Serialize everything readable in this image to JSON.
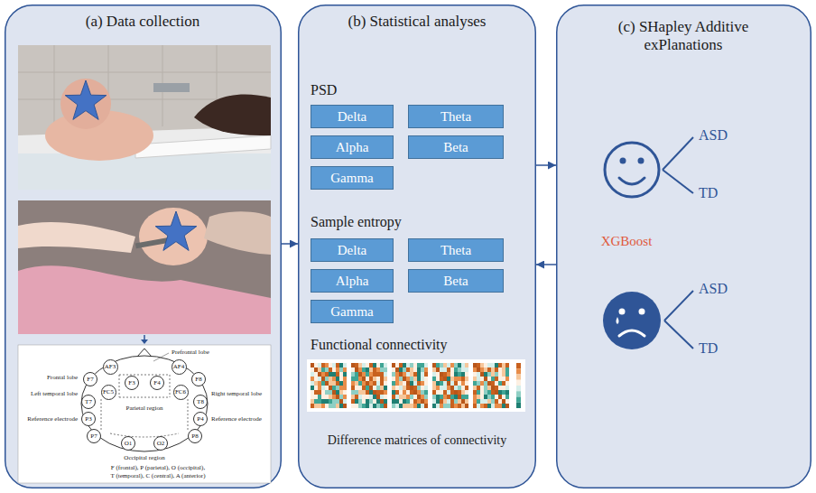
{
  "diagram": {
    "nodes": [
      {
        "text": [
          "(a) Data collection"
        ]
      },
      {
        "text": [
          "AF3"
        ],
        "in": 0
      },
      {
        "text": [
          "AF4"
        ],
        "in": 0
      },
      {
        "text": [
          "F7"
        ],
        "in": 0
      },
      {
        "text": [
          "F3"
        ],
        "in": 0
      },
      {
        "text": [
          "F4"
        ],
        "in": 0
      },
      {
        "text": [
          "F8"
        ],
        "in": 0
      },
      {
        "text": [
          "FC5"
        ],
        "in": 0
      },
      {
        "text": [
          "FC6"
        ],
        "in": 0
      },
      {
        "text": [
          "T7"
        ],
        "in": 0
      },
      {
        "text": [
          "T8"
        ],
        "in": 0
      },
      {
        "text": [
          "P3"
        ],
        "in": 0
      },
      {
        "text": [
          "P4"
        ],
        "in": 0
      },
      {
        "text": [
          "P7"
        ],
        "in": 0
      },
      {
        "text": [
          "P8"
        ],
        "in": 0
      },
      {
        "text": [
          "O1"
        ],
        "in": 0
      },
      {
        "text": [
          "O2"
        ],
        "in": 0
      },
      {
        "text": [
          "(b) Statistical analyses",
          "PSD",
          "Sample entropy",
          "Functional connectivity",
          "Difference matrices of connectivity"
        ]
      },
      {
        "text": [
          "Delta"
        ],
        "in": 17
      },
      {
        "text": [
          "Theta"
        ],
        "in": 17
      },
      {
        "text": [
          "Alpha"
        ],
        "in": 17
      },
      {
        "text": [
          "Beta"
        ],
        "in": 17
      },
      {
        "text": [
          "Gamma"
        ],
        "in": 17
      },
      {
        "text": [
          "Delta"
        ],
        "in": 17
      },
      {
        "text": [
          "Theta"
        ],
        "in": 17
      },
      {
        "text": [
          "Alpha"
        ],
        "in": 17
      },
      {
        "text": [
          "Beta"
        ],
        "in": 17
      },
      {
        "text": [
          "Gamma"
        ],
        "in": 17
      },
      {
        "text": [
          "(c) SHapley Additive exPlanations",
          "ASD",
          "TD",
          "XGBoost",
          "ASD",
          "TD"
        ]
      }
    ],
    "edges": [
      {
        "from": 0,
        "to": 17,
        "arrow": "to"
      },
      {
        "from": 17,
        "to": 28,
        "arrow": "to"
      },
      {
        "from": 28,
        "to": 17,
        "arrow": "to"
      }
    ],
    "labels": [
      "Prefrontal lobe",
      "Frontal lobe",
      "Left temporal lobe",
      "Right temporal lobe",
      "Reference electrode",
      "Parietal region",
      "Reference electrode",
      "Occipital region",
      "F (frontal), P (parietal), O (occipital),",
      "T (temporal), C (central), A (anterior)"
    ]
  }
}
